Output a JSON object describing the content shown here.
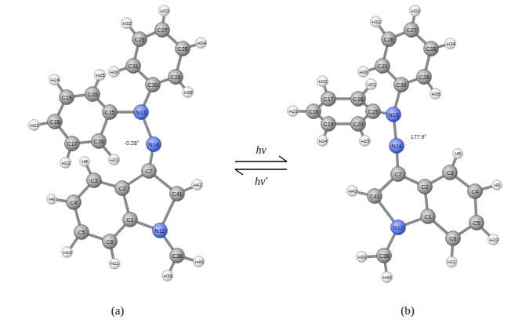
{
  "diagram": {
    "nodes": [
      {
        "text": [
          "C26"
        ]
      },
      {
        "text": [
          "C27"
        ]
      },
      {
        "text": [
          "C28"
        ]
      },
      {
        "text": [
          "C29"
        ]
      },
      {
        "text": [
          "C30"
        ]
      },
      {
        "text": [
          "C31"
        ]
      },
      {
        "text": [
          "H32"
        ]
      },
      {
        "text": [
          "H33"
        ]
      },
      {
        "text": [
          "H34"
        ]
      },
      {
        "text": [
          "H35"
        ]
      },
      {
        "text": [
          "H36"
        ]
      },
      {
        "text": [
          "N13"
        ]
      },
      {
        "text": [
          "N14"
        ]
      },
      {
        "text": [
          "C15"
        ]
      },
      {
        "text": [
          "C16"
        ]
      },
      {
        "text": [
          "C17"
        ]
      },
      {
        "text": [
          "C18"
        ]
      },
      {
        "text": [
          "C19"
        ]
      },
      {
        "text": [
          "C20"
        ]
      },
      {
        "text": [
          "H21"
        ]
      },
      {
        "text": [
          "H22"
        ]
      },
      {
        "text": [
          "H23"
        ]
      },
      {
        "text": [
          "H24"
        ]
      },
      {
        "text": [
          "H25"
        ]
      },
      {
        "text": [
          "C7"
        ]
      },
      {
        "text": [
          "C2"
        ]
      },
      {
        "text": [
          "C3"
        ]
      },
      {
        "text": [
          "C4"
        ]
      },
      {
        "text": [
          "C5"
        ]
      },
      {
        "text": [
          "C6"
        ]
      },
      {
        "text": [
          "C1"
        ]
      },
      {
        "text": [
          "N12"
        ]
      },
      {
        "text": [
          "C41"
        ]
      },
      {
        "text": [
          "C38"
        ]
      },
      {
        "text": [
          "H8"
        ]
      },
      {
        "text": [
          "H9"
        ]
      },
      {
        "text": [
          "H10"
        ]
      },
      {
        "text": [
          "H11"
        ]
      },
      {
        "text": [
          "H42"
        ]
      },
      {
        "text": [
          "H39"
        ]
      },
      {
        "text": [
          "H40"
        ]
      },
      {
        "text": [
          "C26"
        ]
      },
      {
        "text": [
          "C27"
        ]
      },
      {
        "text": [
          "C28"
        ]
      },
      {
        "text": [
          "C29"
        ]
      },
      {
        "text": [
          "C30"
        ]
      },
      {
        "text": [
          "C31"
        ]
      },
      {
        "text": [
          "H32"
        ]
      },
      {
        "text": [
          "H33"
        ]
      },
      {
        "text": [
          "H34"
        ]
      },
      {
        "text": [
          "H35"
        ]
      },
      {
        "text": [
          "H36"
        ]
      },
      {
        "text": [
          "N13"
        ]
      },
      {
        "text": [
          "N14"
        ]
      },
      {
        "text": [
          "C15"
        ]
      },
      {
        "text": [
          "C16"
        ]
      },
      {
        "text": [
          "C17"
        ]
      },
      {
        "text": [
          "C18"
        ]
      },
      {
        "text": [
          "C19"
        ]
      },
      {
        "text": [
          "C20"
        ]
      },
      {
        "text": [
          "H21"
        ]
      },
      {
        "text": [
          "H22"
        ]
      },
      {
        "text": [
          "H23"
        ]
      },
      {
        "text": [
          "H24"
        ]
      },
      {
        "text": [
          "H25"
        ]
      },
      {
        "text": [
          "C7"
        ]
      },
      {
        "text": [
          "C2"
        ]
      },
      {
        "text": [
          "C3"
        ]
      },
      {
        "text": [
          "C4"
        ]
      },
      {
        "text": [
          "C5"
        ]
      },
      {
        "text": [
          "C6"
        ]
      },
      {
        "text": [
          "C1"
        ]
      },
      {
        "text": [
          "N12"
        ]
      },
      {
        "text": [
          "C41"
        ]
      },
      {
        "text": [
          "C38"
        ]
      },
      {
        "text": [
          "H8"
        ]
      },
      {
        "text": [
          "H9"
        ]
      },
      {
        "text": [
          "H10"
        ]
      },
      {
        "text": [
          "H11"
        ]
      },
      {
        "text": [
          "H43"
        ]
      },
      {
        "text": [
          "H39"
        ]
      },
      {
        "text": [
          "H40"
        ]
      }
    ],
    "edges": [
      {
        "from": 0,
        "to": 1,
        "arrow": "none"
      },
      {
        "from": 1,
        "to": 2,
        "arrow": "none"
      },
      {
        "from": 2,
        "to": 3,
        "arrow": "none"
      },
      {
        "from": 3,
        "to": 4,
        "arrow": "none"
      },
      {
        "from": 4,
        "to": 5,
        "arrow": "none"
      },
      {
        "from": 5,
        "to": 0,
        "arrow": "none"
      },
      {
        "from": 0,
        "to": 6,
        "arrow": "none"
      },
      {
        "from": 1,
        "to": 7,
        "arrow": "none"
      },
      {
        "from": 2,
        "to": 8,
        "arrow": "none"
      },
      {
        "from": 3,
        "to": 9,
        "arrow": "none"
      },
      {
        "from": 5,
        "to": 10,
        "arrow": "none"
      },
      {
        "from": 4,
        "to": 11,
        "arrow": "none"
      },
      {
        "from": 11,
        "to": 12,
        "arrow": "none"
      },
      {
        "from": 11,
        "to": 13,
        "arrow": "none"
      },
      {
        "from": 13,
        "to": 14,
        "arrow": "none"
      },
      {
        "from": 14,
        "to": 15,
        "arrow": "none"
      },
      {
        "from": 15,
        "to": 16,
        "arrow": "none"
      },
      {
        "from": 16,
        "to": 17,
        "arrow": "none"
      },
      {
        "from": 17,
        "to": 18,
        "arrow": "none"
      },
      {
        "from": 18,
        "to": 13,
        "arrow": "none"
      },
      {
        "from": 14,
        "to": 19,
        "arrow": "none"
      },
      {
        "from": 15,
        "to": 20,
        "arrow": "none"
      },
      {
        "from": 16,
        "to": 21,
        "arrow": "none"
      },
      {
        "from": 17,
        "to": 22,
        "arrow": "none"
      },
      {
        "from": 18,
        "to": 23,
        "arrow": "none"
      },
      {
        "from": 12,
        "to": 24,
        "arrow": "none"
      },
      {
        "from": 24,
        "to": 25,
        "arrow": "none"
      },
      {
        "from": 24,
        "to": 32,
        "arrow": "none"
      },
      {
        "from": 25,
        "to": 26,
        "arrow": "none"
      },
      {
        "from": 26,
        "to": 27,
        "arrow": "none"
      },
      {
        "from": 27,
        "to": 28,
        "arrow": "none"
      },
      {
        "from": 28,
        "to": 29,
        "arrow": "none"
      },
      {
        "from": 29,
        "to": 30,
        "arrow": "none"
      },
      {
        "from": 30,
        "to": 25,
        "arrow": "none"
      },
      {
        "from": 30,
        "to": 31,
        "arrow": "none"
      },
      {
        "from": 31,
        "to": 32,
        "arrow": "none"
      },
      {
        "from": 31,
        "to": 33,
        "arrow": "none"
      },
      {
        "from": 26,
        "to": 34,
        "arrow": "none"
      },
      {
        "from": 27,
        "to": 35,
        "arrow": "none"
      },
      {
        "from": 28,
        "to": 36,
        "arrow": "none"
      },
      {
        "from": 29,
        "to": 37,
        "arrow": "none"
      },
      {
        "from": 32,
        "to": 38,
        "arrow": "none"
      },
      {
        "from": 33,
        "to": 39,
        "arrow": "none"
      },
      {
        "from": 33,
        "to": 40,
        "arrow": "none"
      },
      {
        "from": 41,
        "to": 42,
        "arrow": "none"
      },
      {
        "from": 42,
        "to": 43,
        "arrow": "none"
      },
      {
        "from": 43,
        "to": 44,
        "arrow": "none"
      },
      {
        "from": 44,
        "to": 45,
        "arrow": "none"
      },
      {
        "from": 45,
        "to": 46,
        "arrow": "none"
      },
      {
        "from": 46,
        "to": 41,
        "arrow": "none"
      },
      {
        "from": 41,
        "to": 47,
        "arrow": "none"
      },
      {
        "from": 42,
        "to": 48,
        "arrow": "none"
      },
      {
        "from": 43,
        "to": 49,
        "arrow": "none"
      },
      {
        "from": 44,
        "to": 50,
        "arrow": "none"
      },
      {
        "from": 46,
        "to": 51,
        "arrow": "none"
      },
      {
        "from": 45,
        "to": 52,
        "arrow": "none"
      },
      {
        "from": 52,
        "to": 53,
        "arrow": "none"
      },
      {
        "from": 52,
        "to": 54,
        "arrow": "none"
      },
      {
        "from": 54,
        "to": 55,
        "arrow": "none"
      },
      {
        "from": 55,
        "to": 56,
        "arrow": "none"
      },
      {
        "from": 56,
        "to": 57,
        "arrow": "none"
      },
      {
        "from": 57,
        "to": 58,
        "arrow": "none"
      },
      {
        "from": 58,
        "to": 59,
        "arrow": "none"
      },
      {
        "from": 59,
        "to": 54,
        "arrow": "none"
      },
      {
        "from": 55,
        "to": 60,
        "arrow": "none"
      },
      {
        "from": 56,
        "to": 61,
        "arrow": "none"
      },
      {
        "from": 57,
        "to": 62,
        "arrow": "none"
      },
      {
        "from": 58,
        "to": 63,
        "arrow": "none"
      },
      {
        "from": 59,
        "to": 64,
        "arrow": "none"
      },
      {
        "from": 53,
        "to": 65,
        "arrow": "none"
      },
      {
        "from": 65,
        "to": 66,
        "arrow": "none"
      },
      {
        "from": 65,
        "to": 73,
        "arrow": "none"
      },
      {
        "from": 66,
        "to": 67,
        "arrow": "none"
      },
      {
        "from": 67,
        "to": 68,
        "arrow": "none"
      },
      {
        "from": 68,
        "to": 69,
        "arrow": "none"
      },
      {
        "from": 69,
        "to": 70,
        "arrow": "none"
      },
      {
        "from": 70,
        "to": 71,
        "arrow": "none"
      },
      {
        "from": 71,
        "to": 66,
        "arrow": "none"
      },
      {
        "from": 71,
        "to": 72,
        "arrow": "none"
      },
      {
        "from": 72,
        "to": 73,
        "arrow": "none"
      },
      {
        "from": 72,
        "to": 74,
        "arrow": "none"
      },
      {
        "from": 67,
        "to": 75,
        "arrow": "none"
      },
      {
        "from": 68,
        "to": 76,
        "arrow": "none"
      },
      {
        "from": 69,
        "to": 77,
        "arrow": "none"
      },
      {
        "from": 70,
        "to": 78,
        "arrow": "none"
      },
      {
        "from": 73,
        "to": 79,
        "arrow": "none"
      },
      {
        "from": 74,
        "to": 80,
        "arrow": "none"
      },
      {
        "from": 74,
        "to": 81,
        "arrow": "none"
      }
    ],
    "labels": [
      "-0.28°",
      "177.9°",
      "hν",
      "hν'",
      "(a)",
      "(b)"
    ]
  }
}
